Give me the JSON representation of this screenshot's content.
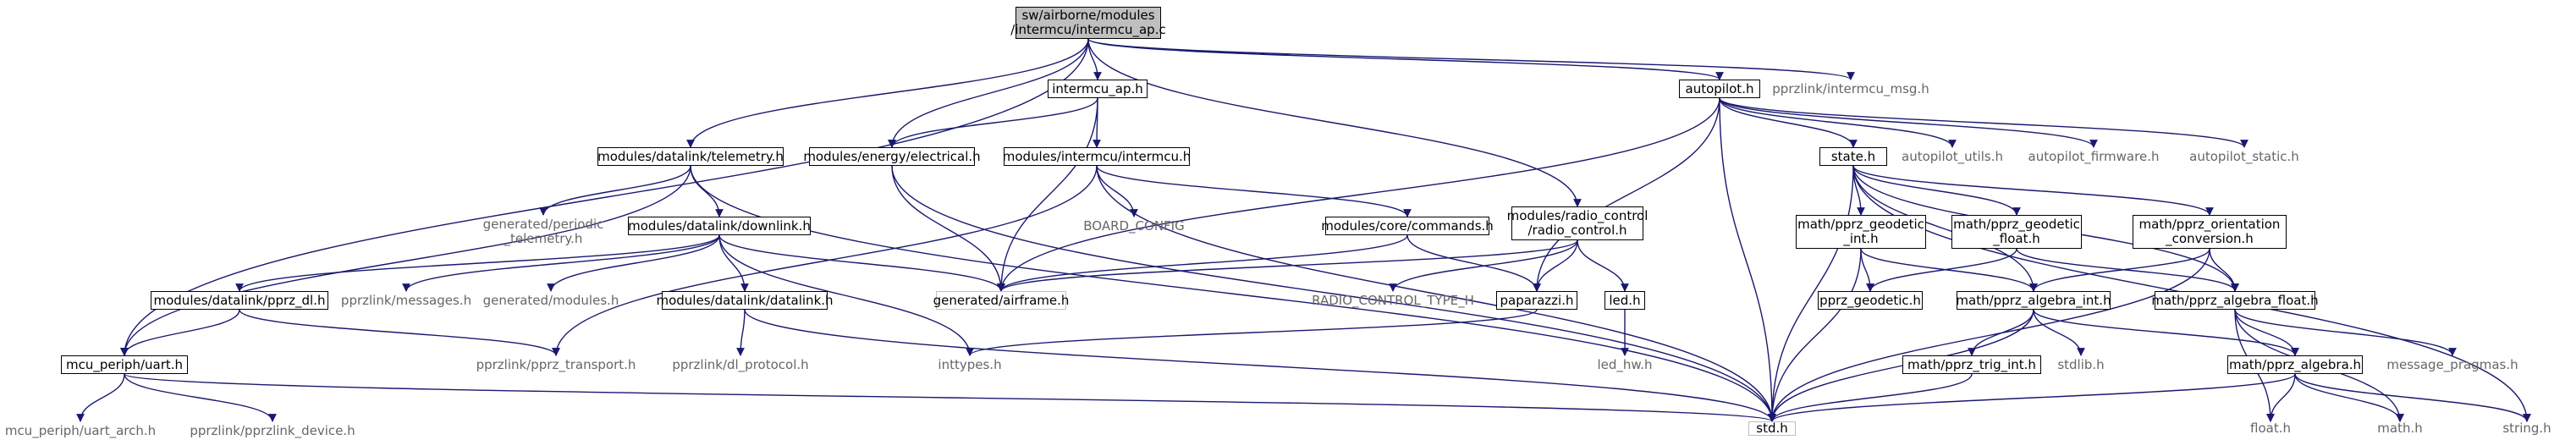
{
  "graph": {
    "edge_color": "#191970",
    "root_fill": "#bfbfbf",
    "nodes": {
      "root": "sw/airborne/modules\n/intermcu/intermcu_ap.c",
      "intermcu_ap_h": "intermcu_ap.h",
      "autopilot_h": "autopilot.h",
      "pprzlink_intermcu_msg": "pprzlink/intermcu_msg.h",
      "telemetry_h": "modules/datalink/telemetry.h",
      "electrical_h": "modules/energy/electrical.h",
      "intermcu_h": "modules/intermcu/intermcu.h",
      "radio_control_h": "modules/radio_control\n/radio_control.h",
      "state_h": "state.h",
      "autopilot_utils": "autopilot_utils.h",
      "autopilot_firmware": "autopilot_firmware.h",
      "autopilot_static": "autopilot_static.h",
      "periodic_telemetry": "generated/periodic\n_telemetry.h",
      "downlink_h": "modules/datalink/downlink.h",
      "board_config": "BOARD_CONFIG",
      "commands_h": "modules/core/commands.h",
      "geodetic_int": "math/pprz_geodetic\n_int.h",
      "geodetic_float": "math/pprz_geodetic\n_float.h",
      "orientation_conv": "math/pprz_orientation\n_conversion.h",
      "pprz_dl_h": "modules/datalink/pprz_dl.h",
      "pprzlink_messages": "pprzlink/messages.h",
      "generated_modules": "generated/modules.h",
      "datalink_h": "modules/datalink/datalink.h",
      "airframe_h": "generated/airframe.h",
      "radio_control_type": "RADIO_CONTROL_TYPE_H",
      "paparazzi_h": "paparazzi.h",
      "led_h": "led.h",
      "pprz_geodetic_h": "pprz_geodetic.h",
      "algebra_int": "math/pprz_algebra_int.h",
      "algebra_float": "math/pprz_algebra_float.h",
      "uart_h": "mcu_periph/uart.h",
      "pprz_transport": "pprzlink/pprz_transport.h",
      "dl_protocol": "pprzlink/dl_protocol.h",
      "inttypes_h": "inttypes.h",
      "led_hw": "led_hw.h",
      "trig_int": "math/pprz_trig_int.h",
      "stdlib_h": "stdlib.h",
      "algebra_h": "math/pprz_algebra.h",
      "message_pragmas": "message_pragmas.h",
      "uart_arch": "mcu_periph/uart_arch.h",
      "pprzlink_device": "pprzlink/pprzlink_device.h",
      "std_h": "std.h",
      "float_h": "float.h",
      "math_h": "math.h",
      "string_h": "string.h"
    }
  }
}
